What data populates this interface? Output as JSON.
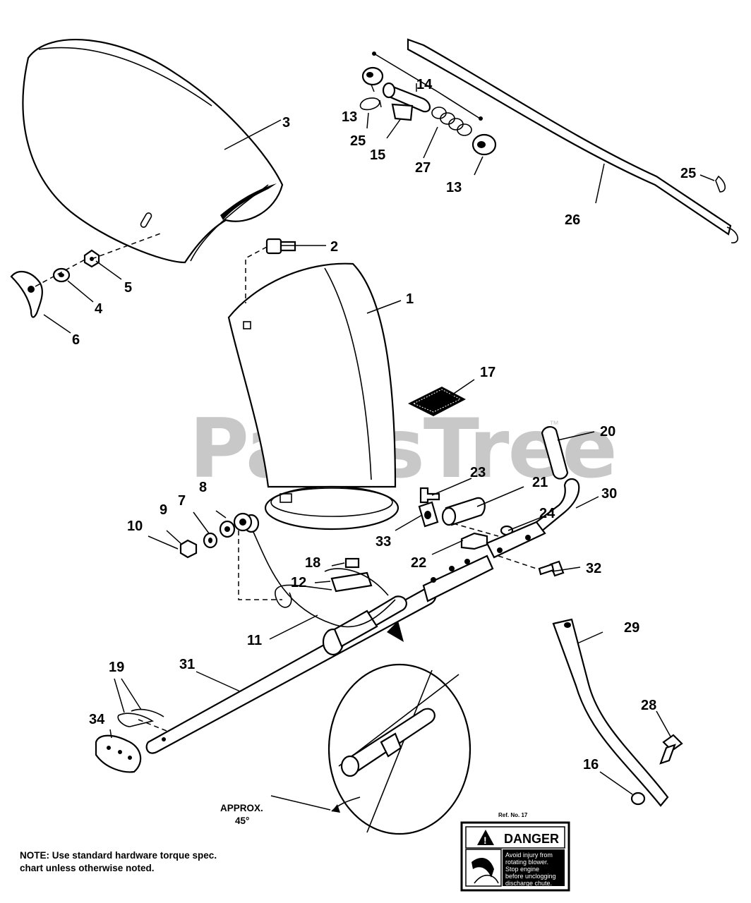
{
  "watermark": "PartsTree",
  "watermark_mark": "™",
  "callouts": {
    "c1": "1",
    "c2": "2",
    "c3": "3",
    "c4": "4",
    "c5": "5",
    "c6": "6",
    "c7": "7",
    "c8": "8",
    "c9": "9",
    "c10": "10",
    "c11": "11",
    "c12": "12",
    "c13a": "13",
    "c13b": "13",
    "c14": "14",
    "c15": "15",
    "c16": "16",
    "c17": "17",
    "c18": "18",
    "c19": "19",
    "c20": "20",
    "c21": "21",
    "c22": "22",
    "c23": "23",
    "c24": "24",
    "c25a": "25",
    "c25b": "25",
    "c26": "26",
    "c27": "27",
    "c28": "28",
    "c29": "29",
    "c30": "30",
    "c31": "31",
    "c32": "32",
    "c33": "33",
    "c34": "34"
  },
  "approx_label": "APPROX.",
  "angle_label": "45°",
  "note": "NOTE: Use standard hardware torque spec. chart unless otherwise noted.",
  "ref_label": "Ref. No. 17",
  "decal": {
    "title": "DANGER",
    "lines": [
      "Avoid injury from",
      "rotating blower.",
      "Stop engine",
      "before unclogging",
      "discharge chute."
    ]
  }
}
